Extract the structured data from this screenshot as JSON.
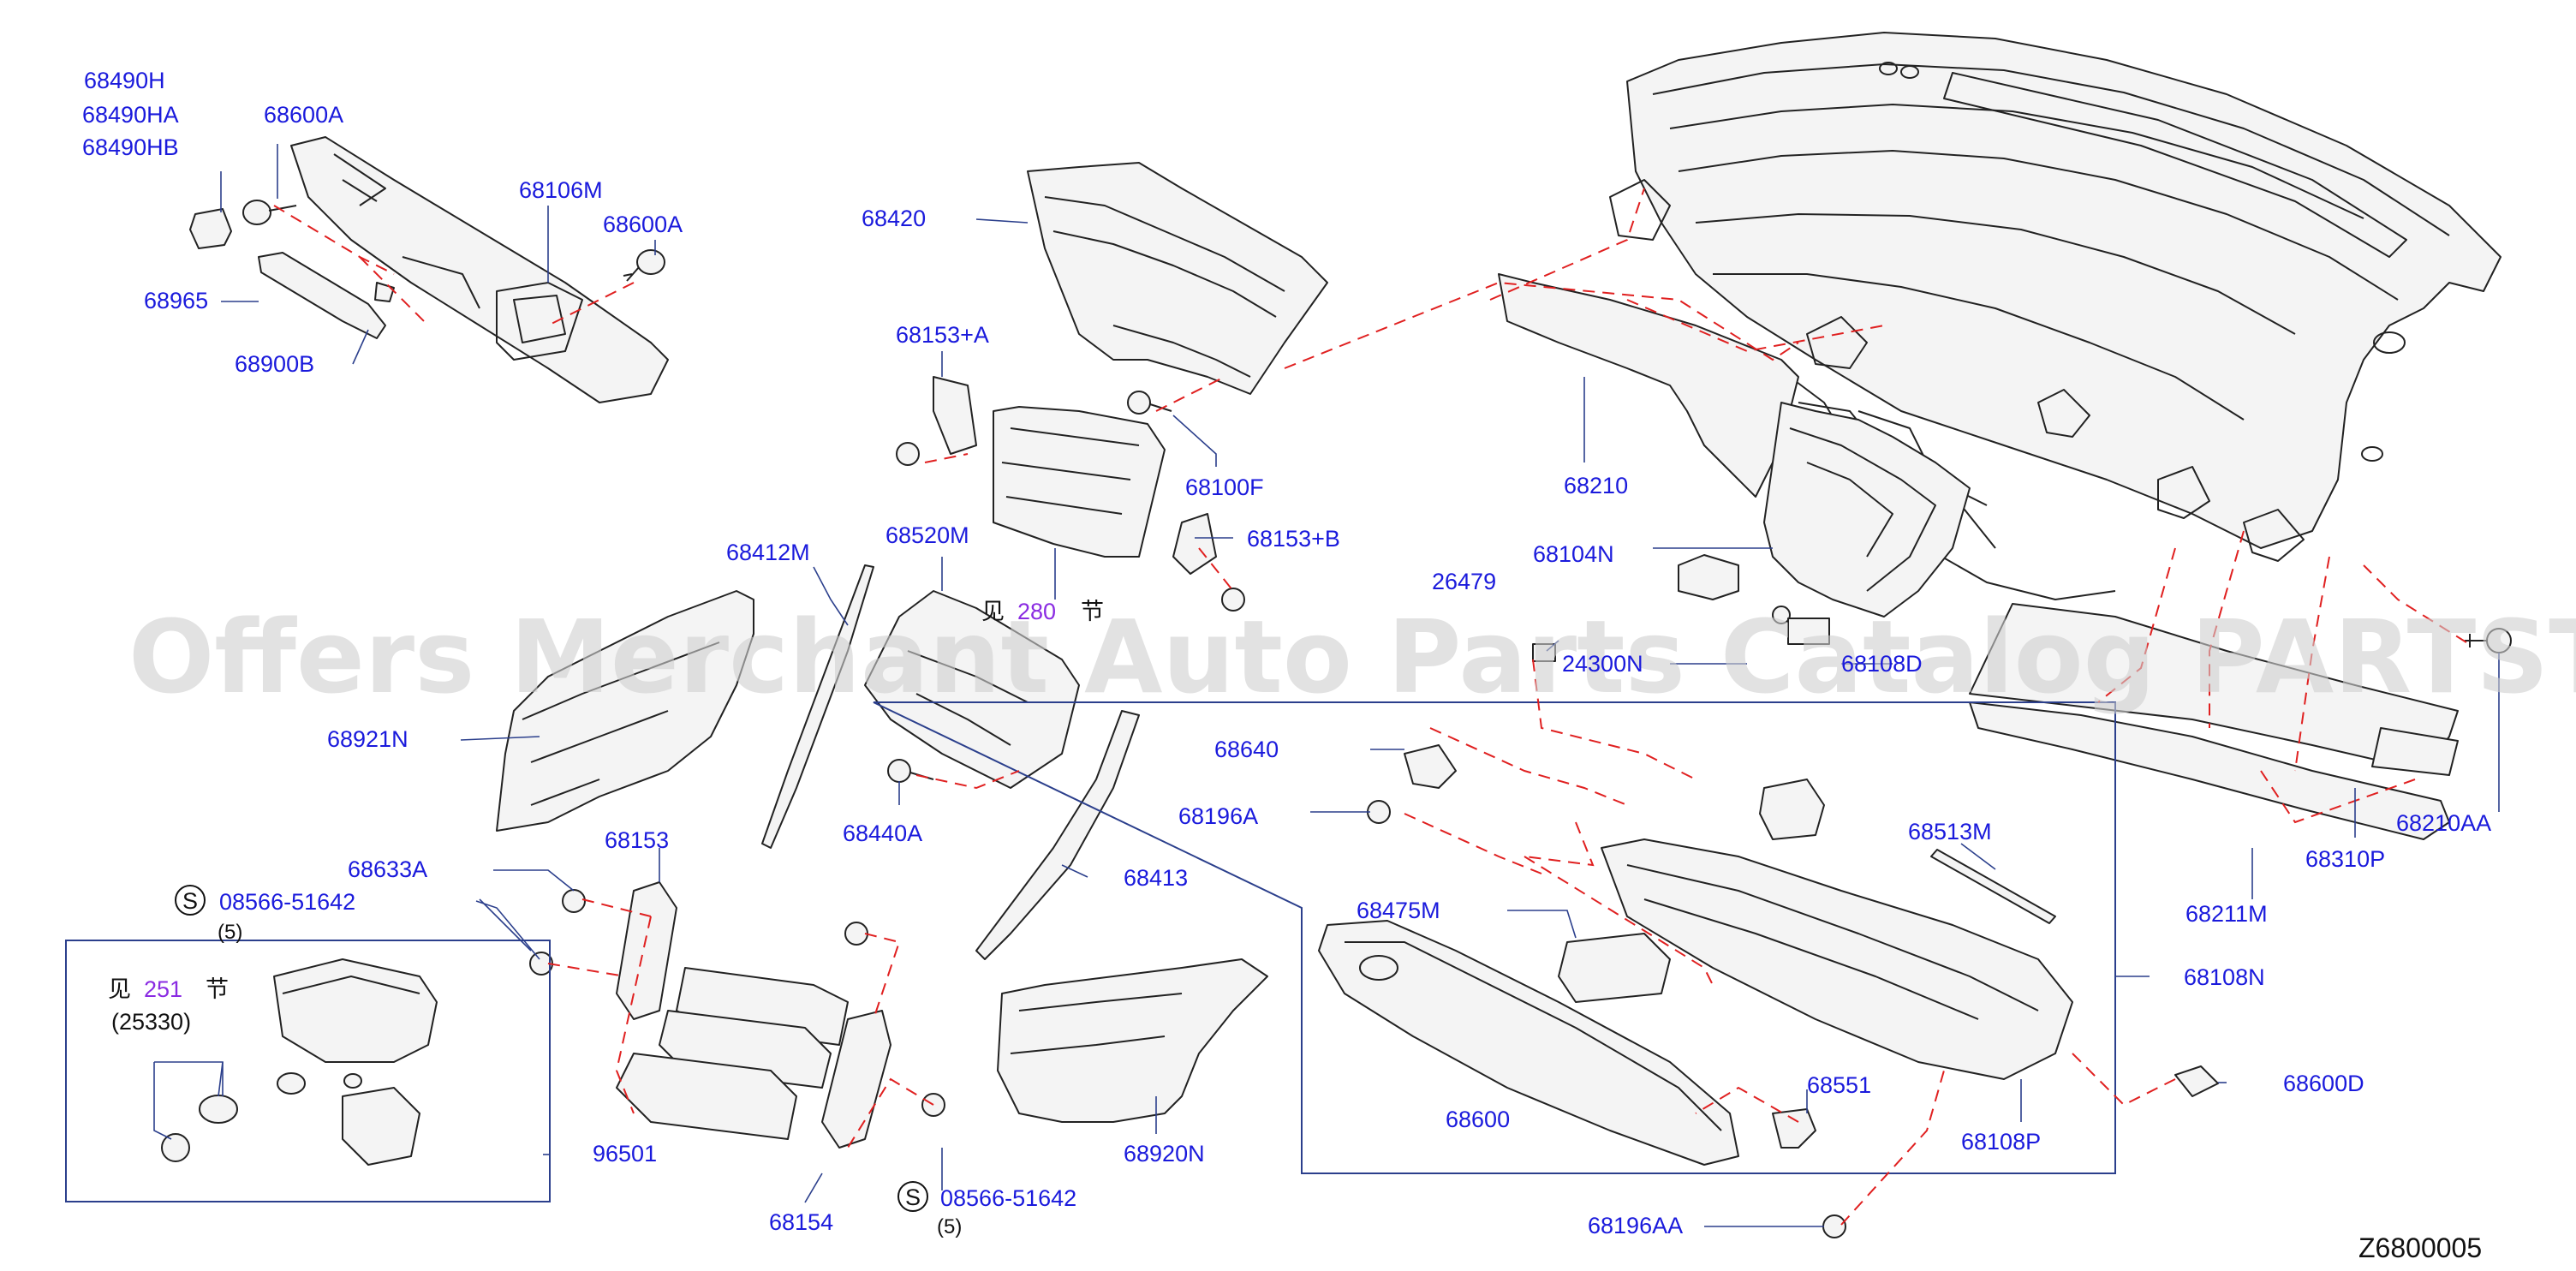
{
  "watermark": "Offers Merchant Auto Parts Catalog PARTSTORE.SA",
  "diagram_code": "Z6800005",
  "ref_see_prefix": "见",
  "ref_section_suffix": "节",
  "ref_280": "280",
  "ref_251": "251",
  "ref_25330": "(25330)",
  "screw_symbol": "S",
  "qty_5": "(5)",
  "parts": {
    "p68490H": "68490H",
    "p68490HA": "68490HA",
    "p68490HB": "68490HB",
    "p68600A_1": "68600A",
    "p68600A_2": "68600A",
    "p68106M": "68106M",
    "p68965": "68965",
    "p68900B": "68900B",
    "p68420": "68420",
    "p68153A": "68153+A",
    "p68100F": "68100F",
    "p68153B": "68153+B",
    "p68210": "68210",
    "p68104N": "68104N",
    "p26479": "26479",
    "p68412M": "68412M",
    "p68520M": "68520M",
    "p68921N": "68921N",
    "p68440A": "68440A",
    "p68640": "68640",
    "p68196A": "68196A",
    "p68153": "68153",
    "p68633A": "68633A",
    "p08566_1": "08566-51642",
    "p68413": "68413",
    "p68513M": "68513M",
    "p68475M": "68475M",
    "p68108N": "68108N",
    "p68211M": "68211M",
    "p68310P": "68310P",
    "p68210AA": "68210AA",
    "p96501": "96501",
    "p68920N": "68920N",
    "p68551": "68551",
    "p68600": "68600",
    "p68108P": "68108P",
    "p68600D": "68600D",
    "p68154": "68154",
    "p08566_2": "08566-51642",
    "p68196AA": "68196AA",
    "p24300N": "24300N",
    "p68108D": "68108D"
  }
}
